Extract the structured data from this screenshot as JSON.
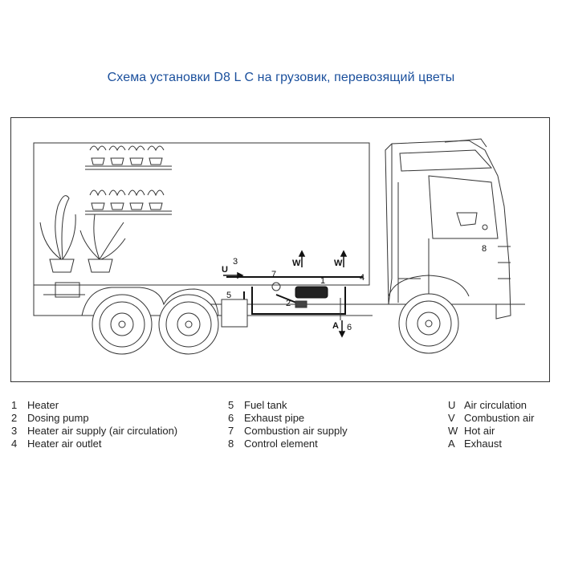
{
  "title": "Схема установки D8 L C на грузовик, перевозящий цветы",
  "callouts": {
    "n1": "1",
    "n2": "2",
    "n3": "3",
    "n4": "4",
    "n5": "5",
    "n6": "6",
    "n7": "7",
    "n8": "8",
    "u": "U",
    "w1": "W",
    "w2": "W",
    "a": "A"
  },
  "legend": {
    "col1": [
      {
        "key": "1",
        "text": "Heater"
      },
      {
        "key": "2",
        "text": "Dosing pump"
      },
      {
        "key": "3",
        "text": "Heater air supply (air circulation)"
      },
      {
        "key": "4",
        "text": "Heater air outlet"
      }
    ],
    "col2": [
      {
        "key": "5",
        "text": "Fuel tank"
      },
      {
        "key": "6",
        "text": "Exhaust pipe"
      },
      {
        "key": "7",
        "text": "Combustion air supply"
      },
      {
        "key": "8",
        "text": "Control element"
      }
    ],
    "col3": [
      {
        "key": "U",
        "text": "Air circulation"
      },
      {
        "key": "V",
        "text": "Combustion air"
      },
      {
        "key": "W",
        "text": "Hot air"
      },
      {
        "key": "A",
        "text": "Exhaust"
      }
    ]
  }
}
